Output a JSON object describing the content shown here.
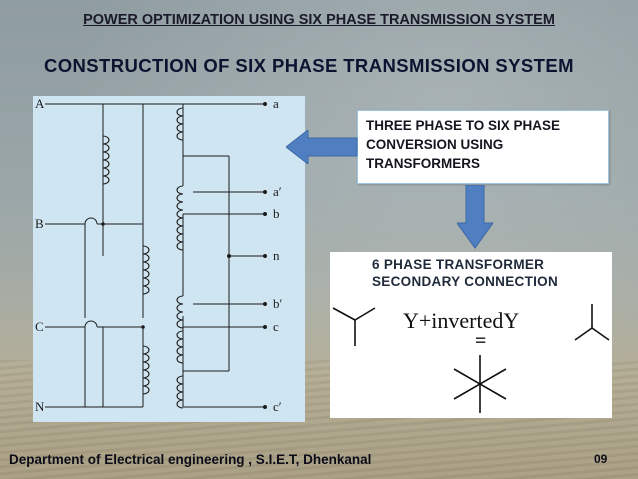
{
  "slide": {
    "top_title": "POWER OPTIMIZATION USING SIX PHASE TRANSMISSION SYSTEM",
    "heading": "CONSTRUCTION OF SIX PHASE TRANSMISSION SYSTEM",
    "callout": "THREE PHASE TO  SIX PHASE CONVERSION USING TRANSFORMERS",
    "footer": "Department of Electrical engineering , S.I.E.T,  Dhenkanal",
    "page_number": "09"
  },
  "circuit": {
    "input_labels": [
      "A",
      "B",
      "C",
      "N"
    ],
    "output_labels": [
      "a",
      "a′",
      "b",
      "n",
      "b′",
      "c",
      "c′"
    ]
  },
  "secondary": {
    "title_line1": "6 PHASE TRANSFORMER",
    "title_line2": "SECONDARY CONNECTION",
    "formula_prefix": "Y+",
    "formula_rest": "invertedY",
    "equals": "="
  },
  "colors": {
    "arrow_fill": "#4f7fc0",
    "arrow_edge": "#3b67a6",
    "circuit_bg": "#cfe6f2",
    "wire": "#1c1c1c"
  }
}
